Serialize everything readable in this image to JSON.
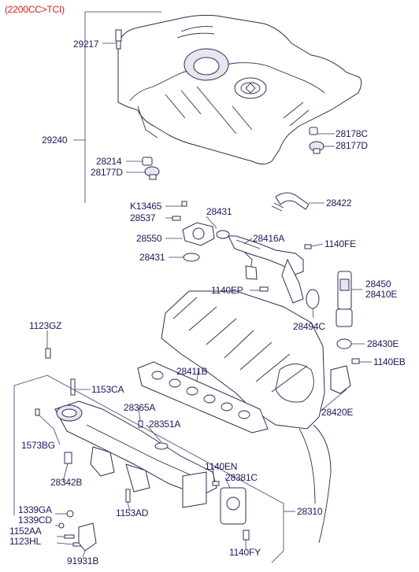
{
  "diagram": {
    "title": "(2200CC>TCI)",
    "labels": {
      "p29217": "29217",
      "p29240": "29240",
      "p28214": "28214",
      "p28177d_top": "28177D",
      "p28178c": "28178C",
      "p28177d_right": "28177D",
      "k13465": "K13465",
      "p28537": "28537",
      "p28431_top": "28431",
      "p28422": "28422",
      "p28550": "28550",
      "p28416a": "28416A",
      "p1140fe": "1140FE",
      "p28431_bottom": "28431",
      "p28450": "28450",
      "p28410e": "28410E",
      "p1140ep": "1140EP",
      "p28494c": "28494C",
      "p1123gz": "1123GZ",
      "p28430e": "28430E",
      "p1140eb": "1140EB",
      "p28411b": "28411B",
      "p1153ca": "1153CA",
      "p28365a": "28365A",
      "p28420e": "28420E",
      "p28351a": "28351A",
      "p1573bg": "1573BG",
      "p28342b": "28342B",
      "p1140en": "1140EN",
      "p28381c": "28381C",
      "p28310": "28310",
      "p1153ad": "1153AD",
      "p1339ga": "1339GA",
      "p1339cd": "1339CD",
      "p1152aa": "1152AA",
      "p1123hl": "1123HL",
      "p1140fy": "1140FY",
      "p91931b": "91931B"
    }
  }
}
